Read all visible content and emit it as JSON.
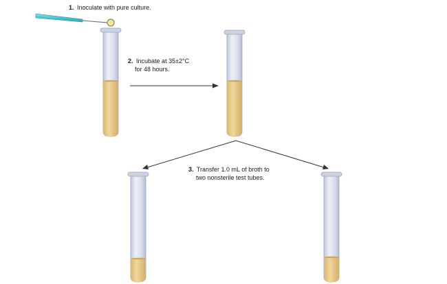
{
  "steps": [
    {
      "number": "1.",
      "lines": [
        "Inoculate with pure culture."
      ]
    },
    {
      "number": "2.",
      "lines": [
        "Incubate at 35±2°C",
        "for 48 hours."
      ]
    },
    {
      "number": "3.",
      "lines": [
        "Transfer 1.0 mL of broth to",
        "two nonsterile test tubes."
      ]
    }
  ],
  "icons": {
    "loop": "inoculating-loop-icon",
    "tube": "test-tube-icon",
    "arrow": "arrow-icon"
  },
  "colors": {
    "broth": "#e8cc8c",
    "broth_shade": "#cfb26d",
    "glass": "#dfe3f0",
    "glass_edge": "#9aa2bd",
    "loop": "#40b8c4",
    "arrow": "#333333",
    "loop_tip": "#f5e79a"
  }
}
